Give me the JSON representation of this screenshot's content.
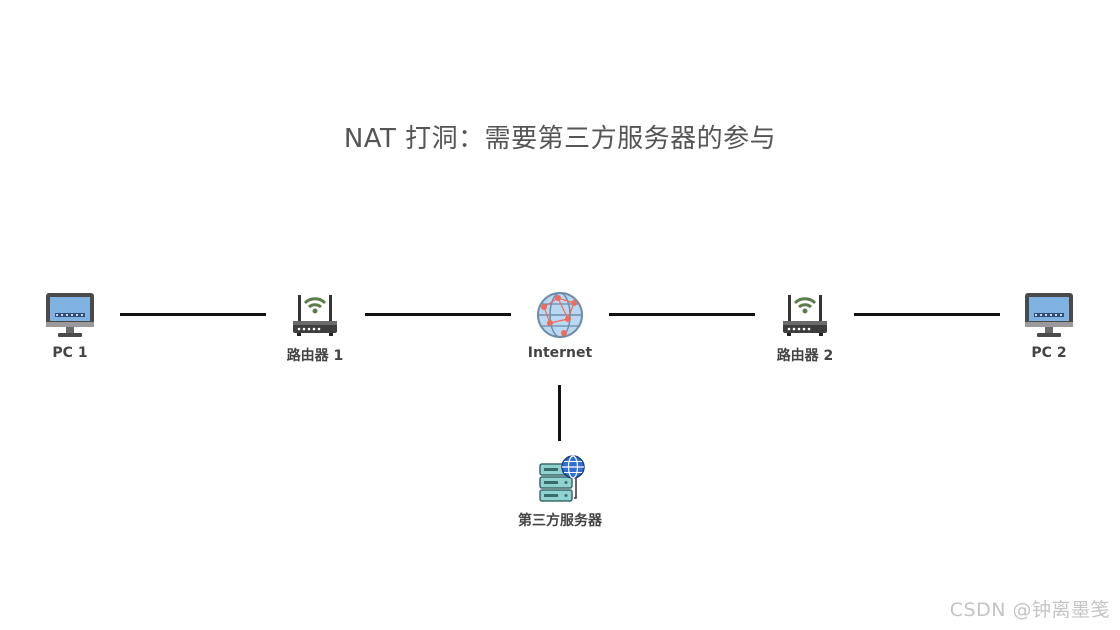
{
  "title": "NAT 打洞：需要第三方服务器的参与",
  "nodes": {
    "pc1": {
      "label": "PC 1",
      "icon": "monitor-icon"
    },
    "router1": {
      "label": "路由器 1",
      "icon": "router-icon"
    },
    "internet": {
      "label": "Internet",
      "icon": "globe-network-icon"
    },
    "router2": {
      "label": "路由器 2",
      "icon": "router-icon"
    },
    "pc2": {
      "label": "PC 2",
      "icon": "monitor-icon"
    },
    "server": {
      "label": "第三方服务器",
      "icon": "server-globe-icon"
    }
  },
  "connections": [
    [
      "pc1",
      "router1"
    ],
    [
      "router1",
      "internet"
    ],
    [
      "internet",
      "router2"
    ],
    [
      "router2",
      "pc2"
    ],
    [
      "internet",
      "server"
    ]
  ],
  "watermark": "CSDN @钟离墨笺",
  "colors": {
    "title": "#555555",
    "label": "#444444",
    "line": "#111111",
    "monitor_screen": "#7fb2e0",
    "globe": "#b9d8f2",
    "node_dot": "#ef6b5c",
    "router_antenna": "#5b7d4a",
    "server_body": "#8fd3d0",
    "server_globe": "#2f6fd6"
  }
}
